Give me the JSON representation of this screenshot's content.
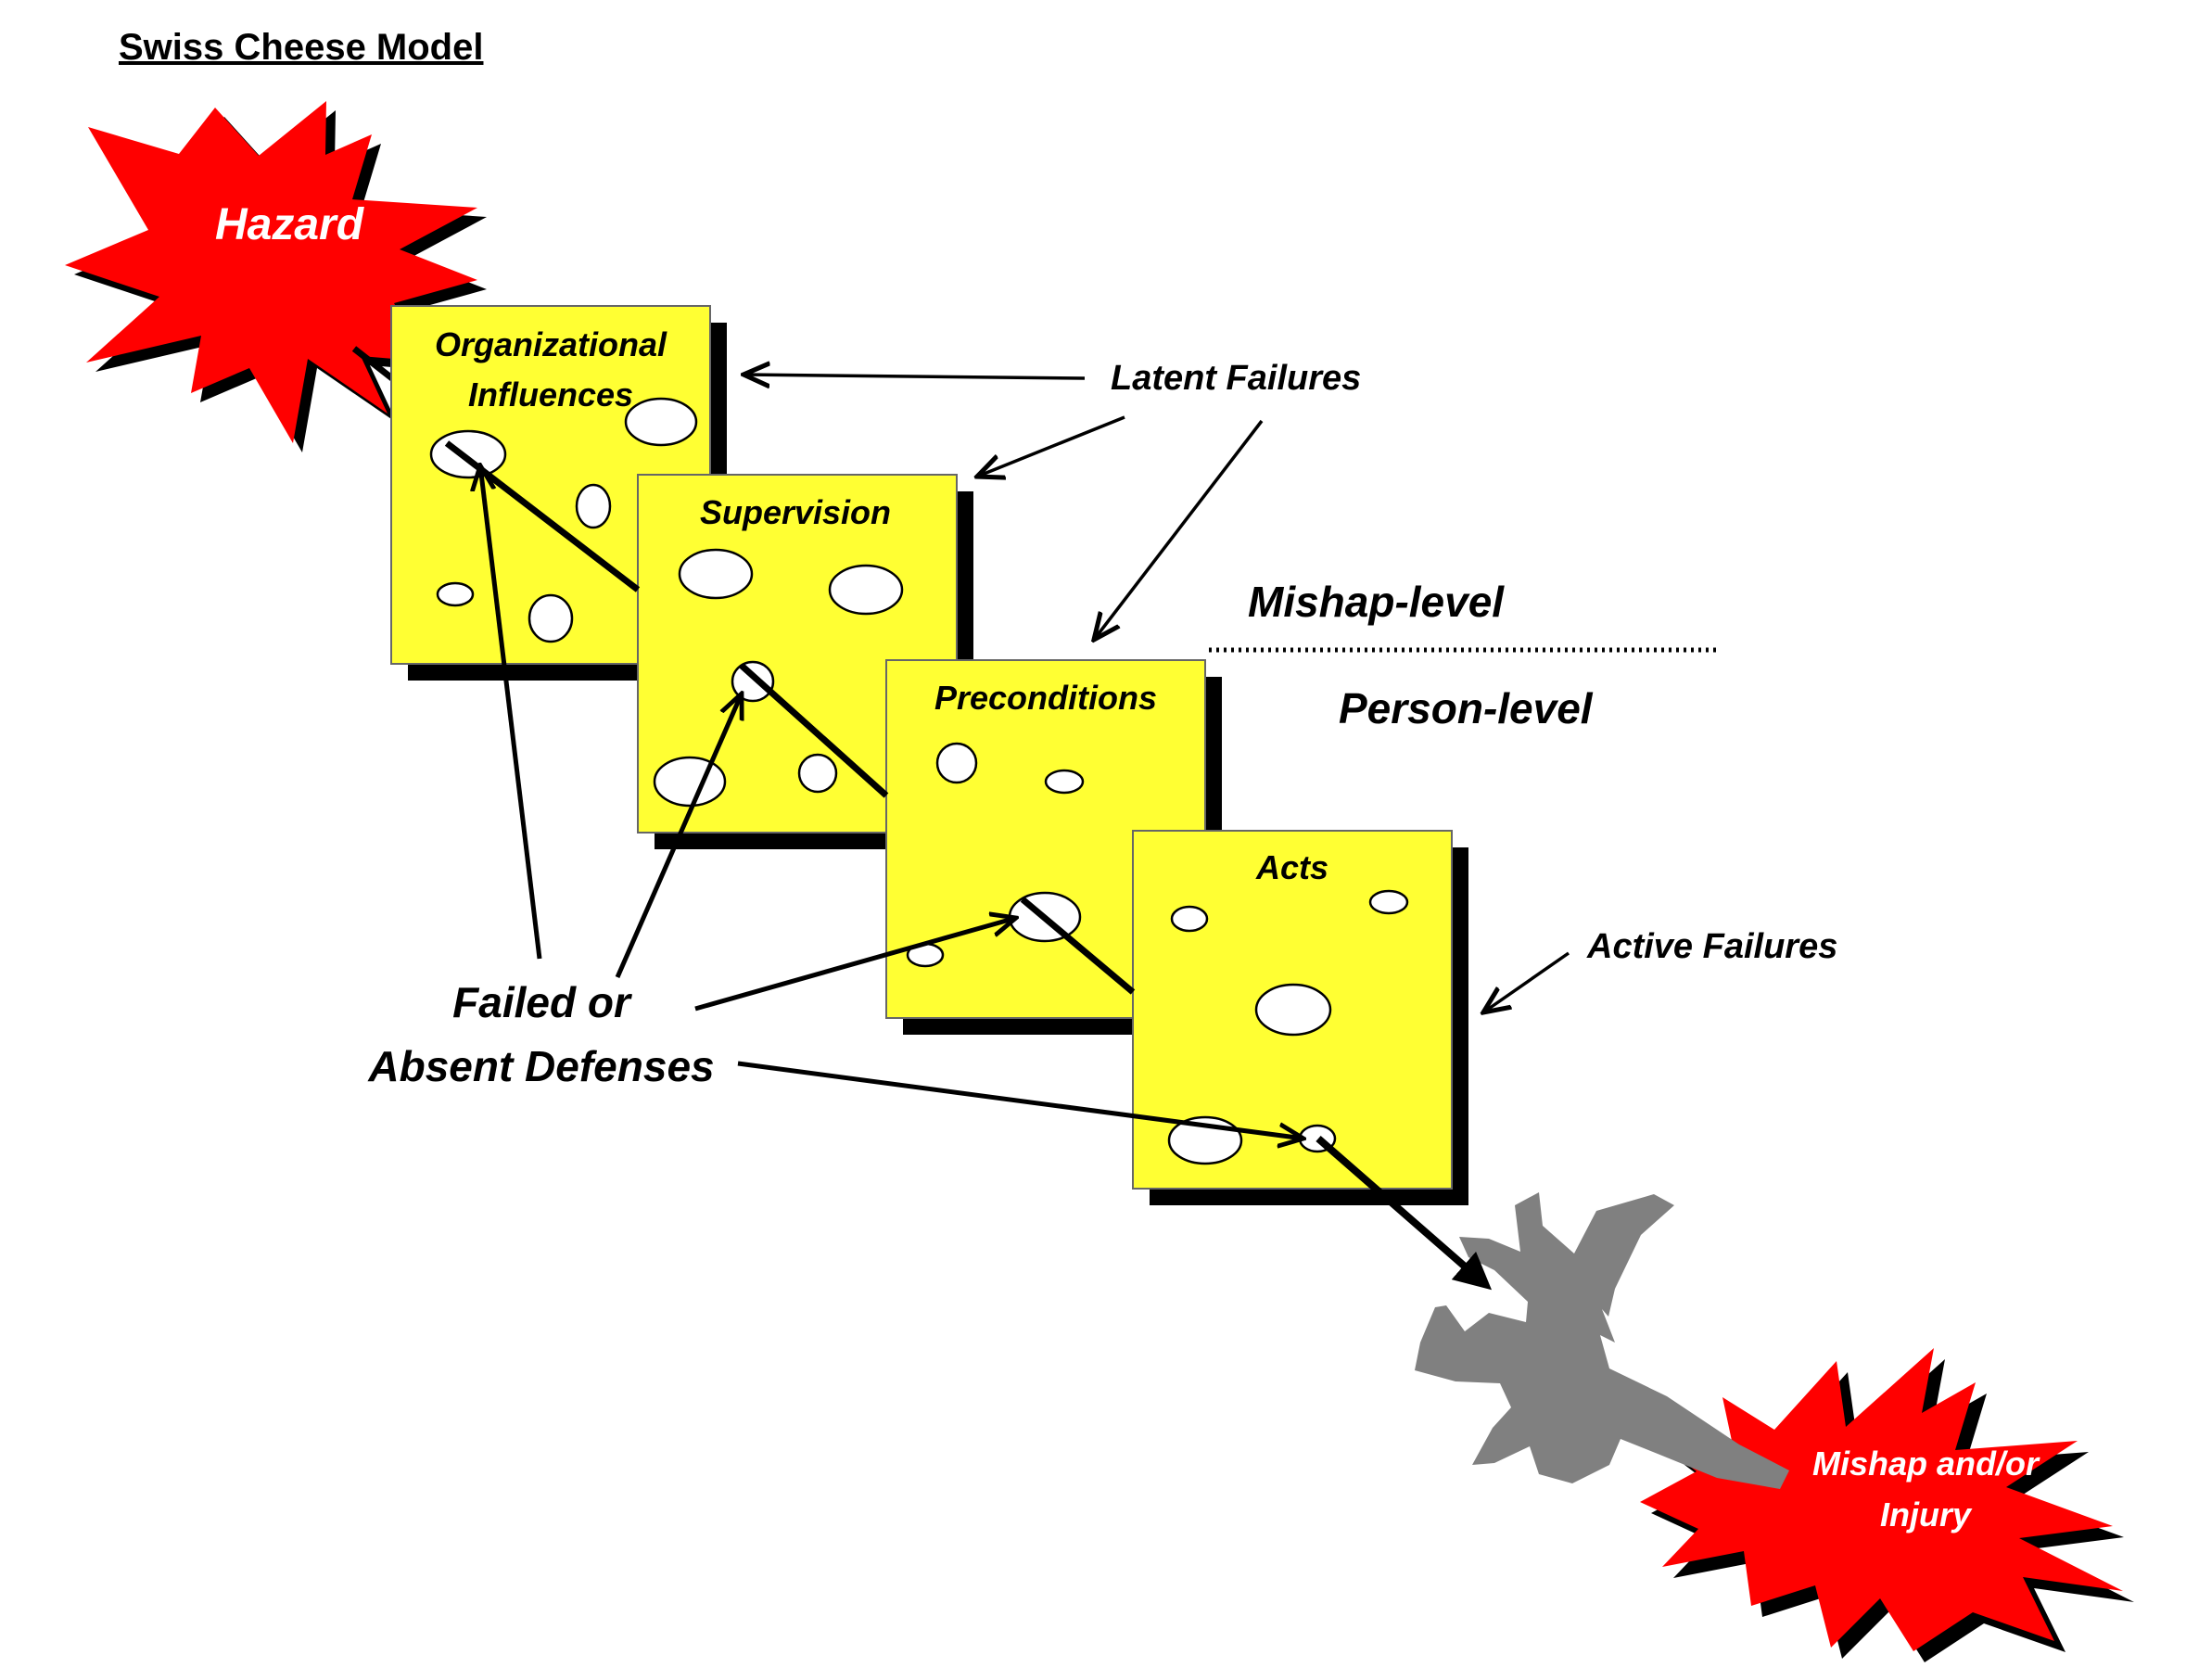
{
  "title": "Swiss Cheese Model",
  "hazard": {
    "label": "Hazard",
    "color": "#ff0000"
  },
  "outcome": {
    "line1": "Mishap and/or",
    "line2": "Injury",
    "color": "#ff0000"
  },
  "slices": [
    {
      "line1": "Organizational",
      "line2": "Influences"
    },
    {
      "line1": "Supervision"
    },
    {
      "line1": "Preconditions"
    },
    {
      "line1": "Acts"
    }
  ],
  "labels": {
    "latent_failures": "Latent Failures",
    "active_failures": "Active Failures",
    "mishap_level": "Mishap-level",
    "person_level": "Person-level",
    "failed_line1": "Failed or",
    "failed_line2": "Absent Defenses"
  },
  "colors": {
    "cheese": "#ffff33",
    "aircraft": "#808080",
    "burst": "#ff0000"
  },
  "icons": {
    "aircraft": "crashed-aircraft-icon"
  }
}
